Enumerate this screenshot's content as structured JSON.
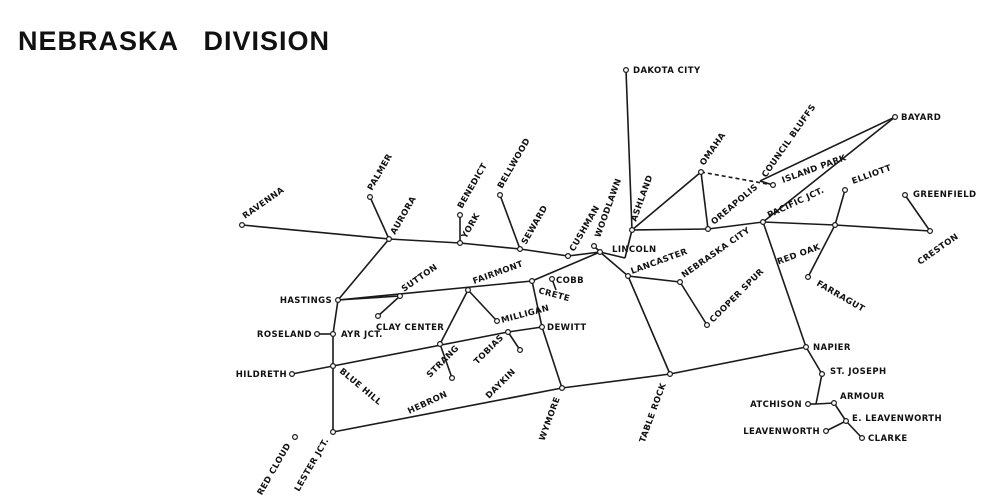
{
  "map": {
    "title": "NEBRASKA   DIVISION",
    "stations": [
      {
        "id": "dakota_city",
        "label": "DAKOTA CITY"
      },
      {
        "id": "bayard",
        "label": "BAYARD"
      },
      {
        "id": "council_bluffs",
        "label": "COUNCIL BLUFFS"
      },
      {
        "id": "omaha",
        "label": "OMAHA"
      },
      {
        "id": "island_park",
        "label": "ISLAND PARK"
      },
      {
        "id": "ravenna",
        "label": "RAVENNA"
      },
      {
        "id": "palmer",
        "label": "PALMER"
      },
      {
        "id": "aurora",
        "label": "AURORA"
      },
      {
        "id": "benedict",
        "label": "BENEDICT"
      },
      {
        "id": "york",
        "label": "YORK"
      },
      {
        "id": "bellwood",
        "label": "BELLWOOD"
      },
      {
        "id": "seward",
        "label": "SEWARD"
      },
      {
        "id": "cushman",
        "label": "CUSHMAN"
      },
      {
        "id": "woodlawn",
        "label": "WOODLAWN"
      },
      {
        "id": "ashland",
        "label": "ASHLAND"
      },
      {
        "id": "lincoln",
        "label": "LINCOLN"
      },
      {
        "id": "oreapolis",
        "label": "OREAPOLIS"
      },
      {
        "id": "pacific_jct",
        "label": "PACIFIC JCT."
      },
      {
        "id": "elliott",
        "label": "ELLIOTT"
      },
      {
        "id": "greenfield",
        "label": "GREENFIELD"
      },
      {
        "id": "red_oak",
        "label": "RED OAK"
      },
      {
        "id": "creston",
        "label": "CRESTON"
      },
      {
        "id": "farragut",
        "label": "FARRAGUT"
      },
      {
        "id": "hastings",
        "label": "HASTINGS"
      },
      {
        "id": "sutton",
        "label": "SUTTON"
      },
      {
        "id": "fairmont",
        "label": "FAIRMONT"
      },
      {
        "id": "cobb",
        "label": "COBB"
      },
      {
        "id": "crete",
        "label": "CRETE"
      },
      {
        "id": "lancaster",
        "label": "LANCASTER"
      },
      {
        "id": "nebraska_city",
        "label": "NEBRASKA CITY"
      },
      {
        "id": "clay_center",
        "label": "CLAY CENTER"
      },
      {
        "id": "milligan",
        "label": "MILLIGAN"
      },
      {
        "id": "cooper_spur",
        "label": "COOPER SPUR"
      },
      {
        "id": "roseland",
        "label": "ROSELAND"
      },
      {
        "id": "ayr_jct",
        "label": "AYR JCT."
      },
      {
        "id": "dewitt",
        "label": "DEWITT"
      },
      {
        "id": "tobias",
        "label": "TOBIAS"
      },
      {
        "id": "daykin",
        "label": "DAYKIN"
      },
      {
        "id": "strang",
        "label": "STRANG"
      },
      {
        "id": "hildreth",
        "label": "HILDRETH"
      },
      {
        "id": "blue_hill",
        "label": "BLUE HILL"
      },
      {
        "id": "hebron",
        "label": "HEBRON"
      },
      {
        "id": "napier",
        "label": "NAPIER"
      },
      {
        "id": "st_joseph",
        "label": "ST. JOSEPH"
      },
      {
        "id": "atchison",
        "label": "ATCHISON"
      },
      {
        "id": "armour",
        "label": "ARMOUR"
      },
      {
        "id": "e_leavenworth",
        "label": "E. LEAVENWORTH"
      },
      {
        "id": "leavenworth",
        "label": "LEAVENWORTH"
      },
      {
        "id": "clarke",
        "label": "CLARKE"
      },
      {
        "id": "wymore",
        "label": "WYMORE"
      },
      {
        "id": "table_rock",
        "label": "TABLE ROCK"
      },
      {
        "id": "red_cloud",
        "label": "RED CLOUD"
      },
      {
        "id": "lester_jct",
        "label": "LESTER JCT."
      }
    ]
  }
}
